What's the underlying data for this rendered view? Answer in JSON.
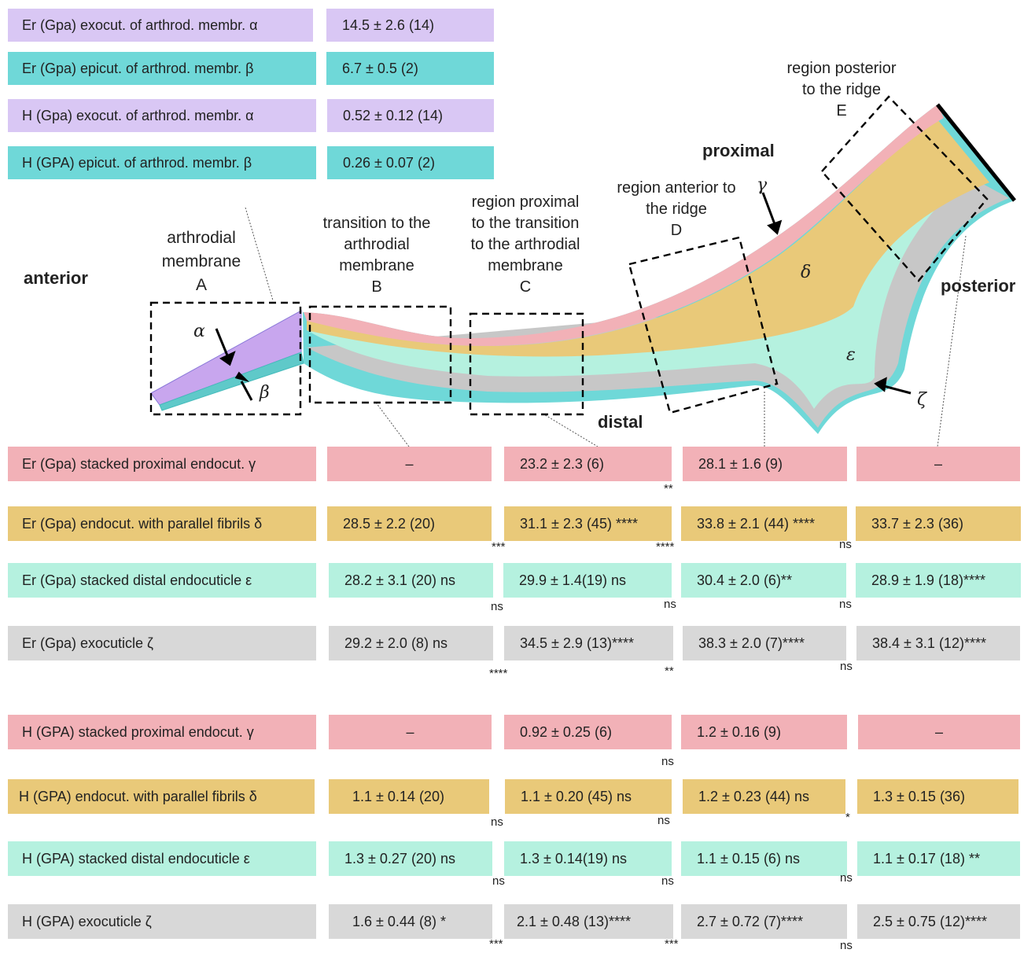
{
  "top_rows": [
    {
      "label": "Er (Gpa) exocut. of arthrod. membr. α",
      "value": "14.5 ± 2.6 (14)",
      "color": "#d9c7f4"
    },
    {
      "label": "Er (Gpa) epicut. of arthrod. membr. β",
      "value": "6.7 ± 0.5 (2)",
      "color": "#6fd8d8"
    },
    {
      "label": "H (Gpa) exocut. of arthrod. membr. α",
      "value": "0.52 ± 0.12 (14)",
      "color": "#d9c7f4"
    },
    {
      "label": "H (GPA) epicut. of arthrod. membr. β",
      "value": "0.26 ± 0.07 (2)",
      "color": "#6fd8d8"
    }
  ],
  "diagram": {
    "anterior": "anterior",
    "posterior": "posterior",
    "proximal": "proximal",
    "distal": "distal",
    "region_a": [
      "arthrodial",
      "membrane",
      "A"
    ],
    "region_b": [
      "transition to the",
      "arthrodial",
      "membrane",
      "B"
    ],
    "region_c": [
      "region proximal",
      "to  the transition",
      "to the arthrodial",
      "membrane",
      "C"
    ],
    "region_d": [
      "region anterior to",
      "the ridge",
      "D"
    ],
    "region_e": [
      "region posterior",
      "to the ridge",
      "E"
    ],
    "greek": {
      "alpha": "α",
      "beta": "β",
      "gamma": "γ",
      "delta": "δ",
      "epsilon": "ε",
      "zeta": "ζ"
    }
  },
  "bottom_rows": [
    {
      "label": "Er (Gpa) stacked proximal endocut. γ",
      "color": "#f2b1b7",
      "values": [
        "–",
        "23.2 ± 2.3 (6)",
        "28.1 ± 1.6 (9)",
        "–"
      ]
    },
    {
      "label": "Er (Gpa) endocut. with parallel fibrils δ",
      "color": "#e9c979",
      "values": [
        "28.5 ± 2.2 (20)",
        "31.1 ± 2.3 (45) ****",
        "33.8 ± 2.1 (44) ****",
        "33.7 ± 2.3 (36)"
      ]
    },
    {
      "label": "Er (Gpa) stacked distal endocuticle ε",
      "color": "#b5f1df",
      "values": [
        "28.2 ± 3.1 (20) ns",
        "29.9 ± 1.4(19) ns",
        "30.4 ± 2.0 (6)**",
        "28.9 ± 1.9 (18)****"
      ]
    },
    {
      "label": "Er (Gpa) exocuticle ζ",
      "color": "#d8d8d8",
      "values": [
        "29.2 ± 2.0 (8) ns",
        "34.5 ± 2.9 (13)****",
        "38.3 ± 2.0 (7)****",
        "38.4 ± 3.1 (12)****"
      ]
    },
    {
      "label": "H (GPA) stacked proximal endocut. γ",
      "color": "#f2b1b7",
      "values": [
        "–",
        "0.92 ± 0.25 (6)",
        "1.2 ± 0.16 (9)",
        "–"
      ]
    },
    {
      "label": "H (GPA) endocut. with parallel fibrils δ",
      "color": "#e9c979",
      "values": [
        "1.1 ± 0.14 (20)",
        "1.1 ± 0.20 (45) ns",
        "1.2 ± 0.23 (44) ns",
        "1.3 ± 0.15 (36)"
      ]
    },
    {
      "label": "H (GPA) stacked distal endocuticle ε",
      "color": "#b5f1df",
      "values": [
        "1.3 ± 0.27 (20) ns",
        "1.3 ± 0.14(19) ns",
        "1.1 ± 0.15 (6) ns",
        "1.1 ± 0.17 (18) **"
      ]
    },
    {
      "label": "H (GPA) exocuticle ζ",
      "color": "#d8d8d8",
      "values": [
        "1.6 ± 0.44 (8) *",
        "2.1 ± 0.48 (13)****",
        "2.7 ± 0.72 (7)****",
        "2.5 ± 0.75 (12)****"
      ]
    }
  ],
  "significance": {
    "s1": "**",
    "s2": "***",
    "s3": "****",
    "s4": "ns",
    "s5": "ns",
    "s6": "ns",
    "s7": "ns",
    "s8": "****",
    "s9": "**",
    "s10": "ns",
    "s11": "ns",
    "s12": "ns",
    "s13": "ns",
    "s14": "*",
    "s15": "ns",
    "s16": "ns",
    "s17": "ns",
    "s18": "***",
    "s19": "***",
    "s20": "ns"
  }
}
